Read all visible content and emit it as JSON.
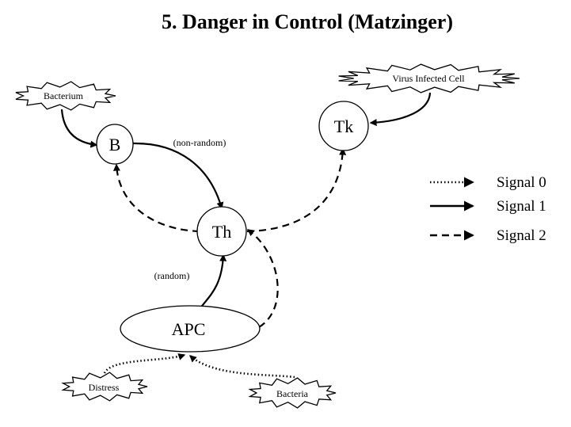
{
  "title": "5. Danger in Control (Matzinger)",
  "nodes": {
    "b": "B",
    "th": "Th",
    "tk": "Tk",
    "apc": "APC",
    "bacterium": "Bacterium",
    "virus_infected_cell": "Virus Infected Cell",
    "distress": "Distress",
    "bacteria": "Bacteria"
  },
  "edge_labels": {
    "non_random": "(non-random)",
    "random": "(random)"
  },
  "legend": [
    {
      "label": "Signal 0",
      "style": "dotted"
    },
    {
      "label": "Signal 1",
      "style": "solid"
    },
    {
      "label": "Signal 2",
      "style": "dashed"
    }
  ]
}
